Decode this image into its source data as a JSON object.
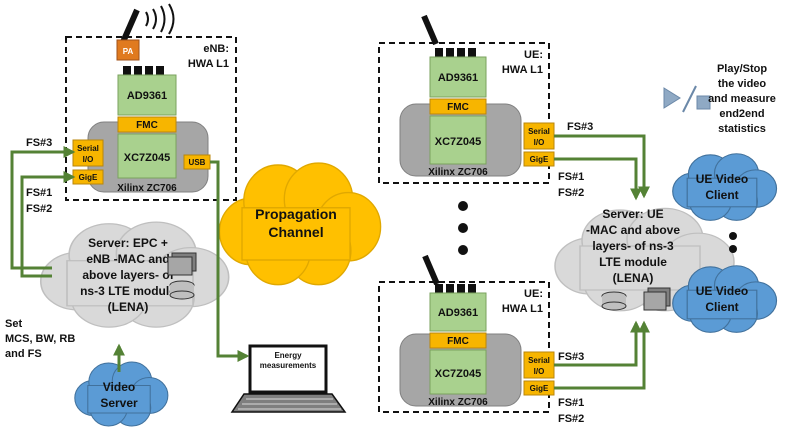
{
  "enb": {
    "title_line1": "eNB:",
    "title_line2": "HWA L1",
    "pa": "PA",
    "ad9361": "AD9361",
    "fmc": "FMC",
    "serial_line1": "Serial",
    "serial_line2": "I/O",
    "gige": "GigE",
    "usb": "USB",
    "fpga": "XC7Z045",
    "board": "Xilinx ZC706"
  },
  "ue1": {
    "title_line1": "UE:",
    "title_line2": "HWA L1",
    "ad9361": "AD9361",
    "fmc": "FMC",
    "serial_line1": "Serial",
    "serial_line2": "I/O",
    "gige": "GigE",
    "fpga": "XC7Z045",
    "board": "Xilinx ZC706"
  },
  "ue2": {
    "title_line1": "UE:",
    "title_line2": "HWA L1",
    "ad9361": "AD9361",
    "fmc": "FMC",
    "serial_line1": "Serial",
    "serial_line2": "I/O",
    "gige": "GigE",
    "fpga": "XC7Z045",
    "board": "Xilinx ZC706"
  },
  "links": {
    "enb_fs3": "FS#3",
    "enb_fs1": "FS#1",
    "enb_fs2": "FS#2",
    "ue1_fs3": "FS#3",
    "ue1_fs1": "FS#1",
    "ue1_fs2": "FS#2",
    "ue2_fs3": "FS#3",
    "ue2_fs1": "FS#1",
    "ue2_fs2": "FS#2"
  },
  "server_enb": {
    "line1": "Server: EPC +",
    "line2": "eNB -MAC and",
    "line3": "above layers- of",
    "line4": "ns-3 LTE module",
    "line5": "(LENA)"
  },
  "server_ue": {
    "line1": "Server: UE",
    "line2": "-MAC and above",
    "line3": "layers- of ns-3",
    "line4": "LTE module",
    "line5": "(LENA)"
  },
  "propagation": {
    "line1": "Propagation",
    "line2": "Channel"
  },
  "video_server": {
    "line1": "Video",
    "line2": "Server"
  },
  "ue_client1": {
    "line1": "UE Video",
    "line2": "Client"
  },
  "ue_client2": {
    "line1": "UE Video",
    "line2": "Client"
  },
  "energy": {
    "line1": "Energy",
    "line2": "measurements"
  },
  "set_params": {
    "line1": "Set",
    "line2": "MCS, BW, RB",
    "line3": "and FS"
  },
  "play_stop": {
    "line1": "Play/Stop",
    "line2": "the video",
    "line3": "and measure",
    "line4": "end2end",
    "line5": "statistics"
  },
  "colors": {
    "green_link": "#548235",
    "board_gray": "#9e9e9e",
    "chip_green": "#a9d18e",
    "connector_orange": "#f7b500",
    "pa_orange": "#e07a1f",
    "cloud_blue": "#5b9bd5",
    "cloud_yellow": "#ffc000",
    "cloud_gray": "#d9d9d9"
  }
}
